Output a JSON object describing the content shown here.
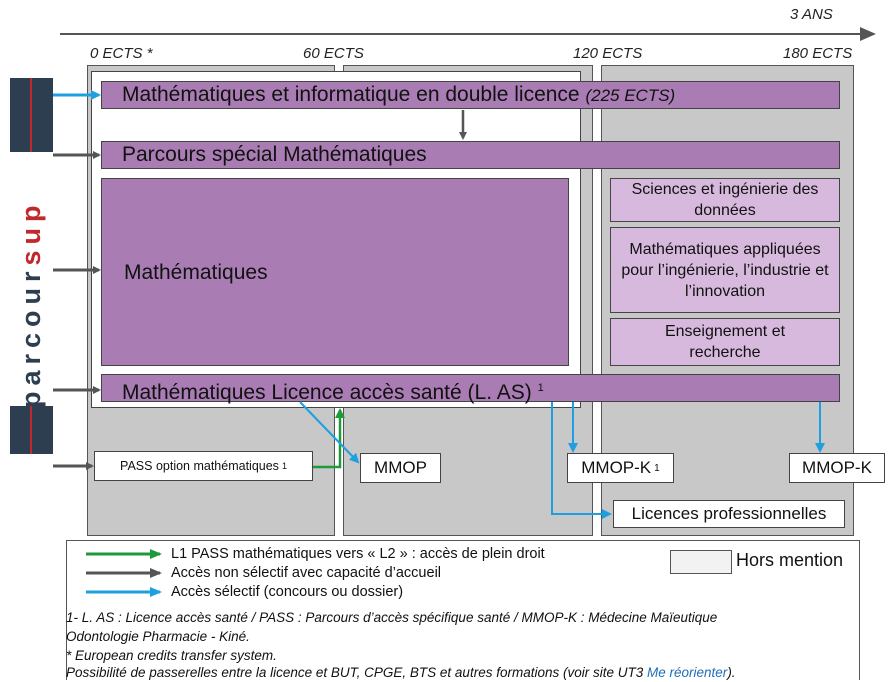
{
  "duration_label": "3 ANS",
  "ects": [
    "0 ECTS *",
    "60 ECTS",
    "120 ECTS",
    "180 ECTS"
  ],
  "parcoursup": {
    "letters_normal": "parcour",
    "letters_accent": "sup",
    "accent_color": "#c0282d",
    "band_color": "#2d3e50"
  },
  "programs": {
    "double_licence": {
      "label": "Mathématiques et informatique en double licence",
      "ects": "(225 ECTS)"
    },
    "parcours_special": {
      "label": "Parcours spécial Mathématiques"
    },
    "mathematiques": {
      "label": "Mathématiques"
    },
    "las": {
      "label": "Mathématiques Licence accès santé (L. AS)",
      "note": "1"
    }
  },
  "specialisations": [
    "Sciences et ingénierie des données",
    "Mathématiques appliquées pour l’ingénierie, l’industrie et l’innovation",
    "Enseignement et recherche"
  ],
  "boxes": {
    "pass": {
      "label": "PASS option mathématiques",
      "note": "1"
    },
    "mmop": "MMOP",
    "mmopk1": {
      "label": "MMOP-K",
      "note": "1"
    },
    "mmopk2": "MMOP-K",
    "licences_pro": "Licences professionnelles"
  },
  "legend": {
    "green": "L1 PASS mathématiques vers « L2 » : accès de plein droit",
    "gray": "Accès non sélectif avec capacité d’accueil",
    "blue": "Accès sélectif (concours ou dossier)",
    "hors_mention": "Hors mention",
    "colors": {
      "green": "#1f9a3a",
      "gray": "#555555",
      "blue": "#1ea0e0",
      "purple": "#a97db4"
    }
  },
  "notes": {
    "n1a": "1- L. AS : Licence accès santé / PASS : Parcours d’accès spécifique santé / MMOP-K : Médecine Maïeutique",
    "n1b": "Odontologie Pharmacie - Kiné.",
    "n2": "* European credits transfer system.",
    "n3": "Possibilité de passerelles entre la licence et BUT, CPGE, BTS et autres formations (voir site UT3",
    "n3_link": "Me réorienter",
    "n3_end": ")."
  }
}
